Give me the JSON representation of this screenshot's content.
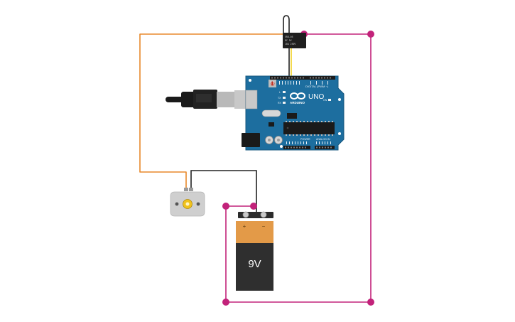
{
  "colors": {
    "wire_orange": "#e8892b",
    "wire_black": "#222222",
    "wire_yellow": "#f2d024",
    "wire_magenta": "#c2227a",
    "arduino_blue": "#1d6e9f",
    "battery_orange": "#e39a48",
    "battery_dark": "#2f2f2f"
  },
  "arduino": {
    "brand": "ARDUINO",
    "model": "UNO",
    "digital_header": "DIGITAL (PWM ~)",
    "power_header": "POWER",
    "analog_header": "ANALOG IN",
    "tx_label": "TX",
    "rx_label": "RX",
    "l_label": "L",
    "on_label": "ON"
  },
  "relay": {
    "label_lines": [
      "SRD-05",
      "DC 5V",
      "10A 250V"
    ]
  },
  "battery": {
    "voltage_label": "9V",
    "plus_label": "+",
    "minus_label": "−"
  }
}
